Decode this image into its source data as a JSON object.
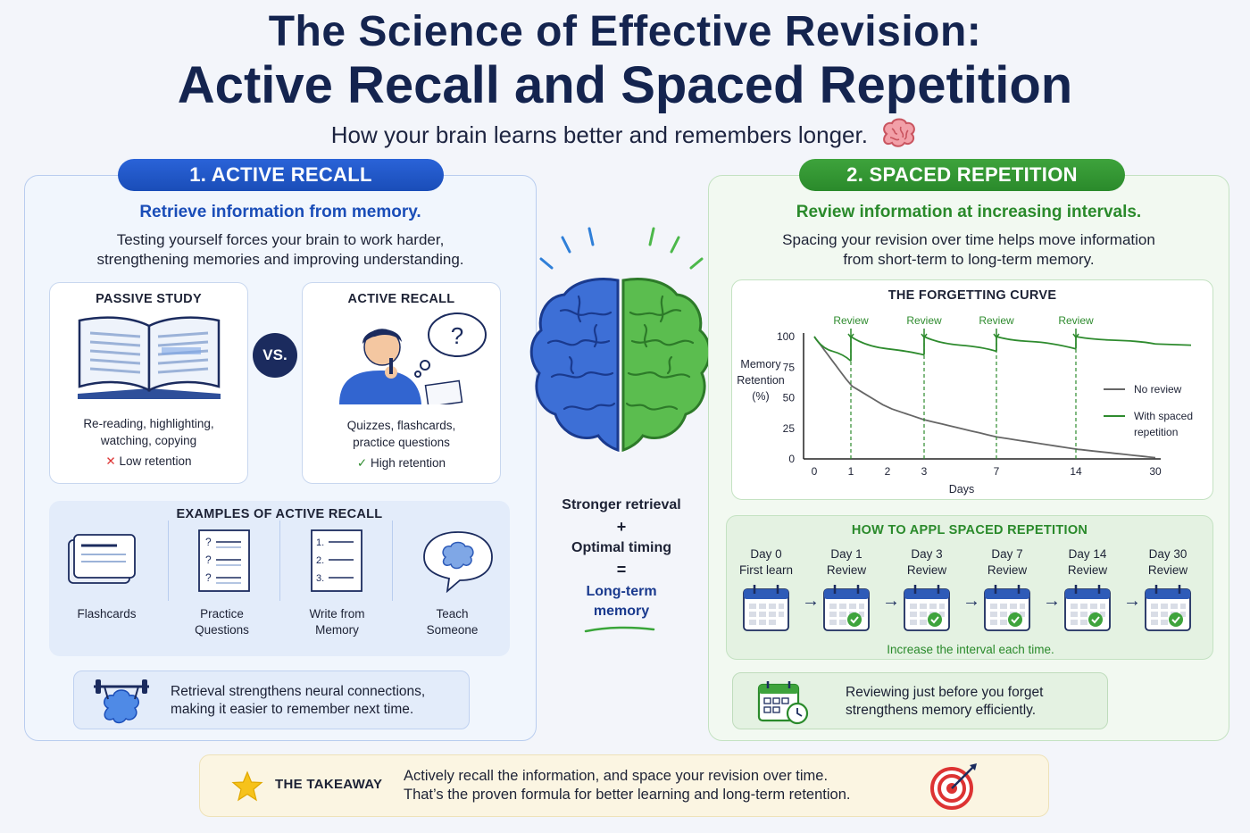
{
  "header": {
    "title_line1": "The Science of Effective Revision:",
    "title_line2": "Active Recall and Spaced Repetition",
    "subtitle": "How your brain learns better and remembers longer."
  },
  "active_recall": {
    "pill": "1. ACTIVE RECALL",
    "heading": "Retrieve information from memory.",
    "desc_line1": "Testing yourself forces your brain to work harder,",
    "desc_line2": "strengthening memories and improving understanding.",
    "passive": {
      "title": "PASSIVE STUDY",
      "line1": "Re-reading, highlighting,",
      "line2": "watching, copying",
      "result": "Low retention"
    },
    "vs": "VS.",
    "active": {
      "title": "ACTIVE RECALL",
      "line1": "Quizzes, flashcards,",
      "line2": "practice questions",
      "result": "High retention"
    },
    "examples": {
      "title": "EXAMPLES OF ACTIVE RECALL",
      "items": [
        {
          "line1": "Flashcards",
          "line2": ""
        },
        {
          "line1": "Practice",
          "line2": "Questions"
        },
        {
          "line1": "Write from",
          "line2": "Memory"
        },
        {
          "line1": "Teach",
          "line2": "Someone"
        }
      ]
    },
    "note_line1": "Retrieval strengthens neural connections,",
    "note_line2": "making it easier to remember next time."
  },
  "middle": {
    "line1": "Stronger retrieval",
    "plus": "+",
    "line2": "Optimal timing",
    "equals": "=",
    "line3": "Long-term",
    "line4": "memory"
  },
  "spaced_repetition": {
    "pill": "2. SPACED REPETITION",
    "heading": "Review information at increasing intervals.",
    "desc_line1": "Spacing your revision over time helps move information",
    "desc_line2": "from short-term to long-term memory.",
    "apply": {
      "title": "HOW TO APPL   SPACED REPETITION",
      "days": [
        {
          "day": "Day 0",
          "label": "First learn"
        },
        {
          "day": "Day 1",
          "label": "Review"
        },
        {
          "day": "Day 3",
          "label": "Review"
        },
        {
          "day": "Day 7",
          "label": "Review"
        },
        {
          "day": "Day 14",
          "label": "Review"
        },
        {
          "day": "Day 30",
          "label": "Review"
        }
      ],
      "footer": "Increase the interval each time."
    },
    "note_line1": "Reviewing just before you forget",
    "note_line2": "strengthens memory efficiently."
  },
  "takeaway": {
    "label": "THE TAKEAWAY",
    "line1": "Actively recall the information, and space your revision over time.",
    "line2": "That’s the proven formula for better learning and long-term retention."
  },
  "chart_data": {
    "type": "line",
    "title": "THE FORGETTING CURVE",
    "xlabel": "Days",
    "ylabel_line1": "Memory",
    "ylabel_line2": "Retention",
    "ylabel_line3": "(%)",
    "x_ticks": [
      "0",
      "1",
      "2",
      "3",
      "7",
      "14",
      "30"
    ],
    "y_ticks": [
      "0",
      "25",
      "50",
      "75",
      "100"
    ],
    "ylim": [
      0,
      100
    ],
    "review_label": "Review",
    "review_days": [
      1,
      3,
      7,
      14
    ],
    "series": [
      {
        "name": "No review",
        "color": "#666666",
        "points": [
          [
            0,
            100
          ],
          [
            1,
            60
          ],
          [
            2,
            42
          ],
          [
            3,
            32
          ],
          [
            7,
            18
          ],
          [
            14,
            8
          ],
          [
            30,
            1
          ]
        ]
      },
      {
        "name": "With spaced repetition",
        "color": "#2e8b2e",
        "segments": [
          [
            [
              0,
              100
            ],
            [
              0.5,
              88
            ],
            [
              1,
              80
            ]
          ],
          [
            [
              1,
              100
            ],
            [
              2,
              90
            ],
            [
              3,
              85
            ]
          ],
          [
            [
              3,
              100
            ],
            [
              5,
              93
            ],
            [
              7,
              88
            ]
          ],
          [
            [
              7,
              100
            ],
            [
              10,
              96
            ],
            [
              14,
              90
            ]
          ],
          [
            [
              14,
              100
            ],
            [
              22,
              97
            ],
            [
              30,
              94
            ]
          ]
        ]
      }
    ],
    "legend": [
      "No review",
      "With spaced",
      "repetition"
    ],
    "legend_position": "right"
  },
  "colors": {
    "navy": "#14244f",
    "blue": "#1a4db8",
    "green": "#2e8b2e",
    "red": "#d33"
  }
}
